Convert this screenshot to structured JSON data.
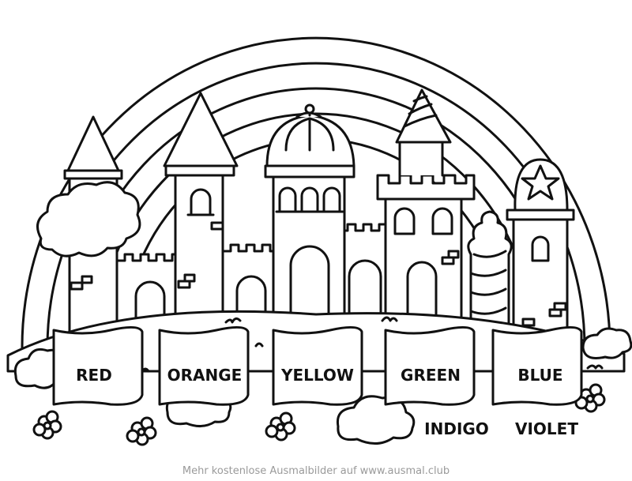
{
  "banners": [
    {
      "label": "RED"
    },
    {
      "label": "ORANGE"
    },
    {
      "label": "YELLOW"
    },
    {
      "label": "GREEN"
    },
    {
      "label": "BLUE"
    }
  ],
  "extra_labels": {
    "indigo": "INDIGO",
    "violet": "VIOLET"
  },
  "footer": "Mehr kostenlose Ausmalbilder auf www.ausmal.club"
}
